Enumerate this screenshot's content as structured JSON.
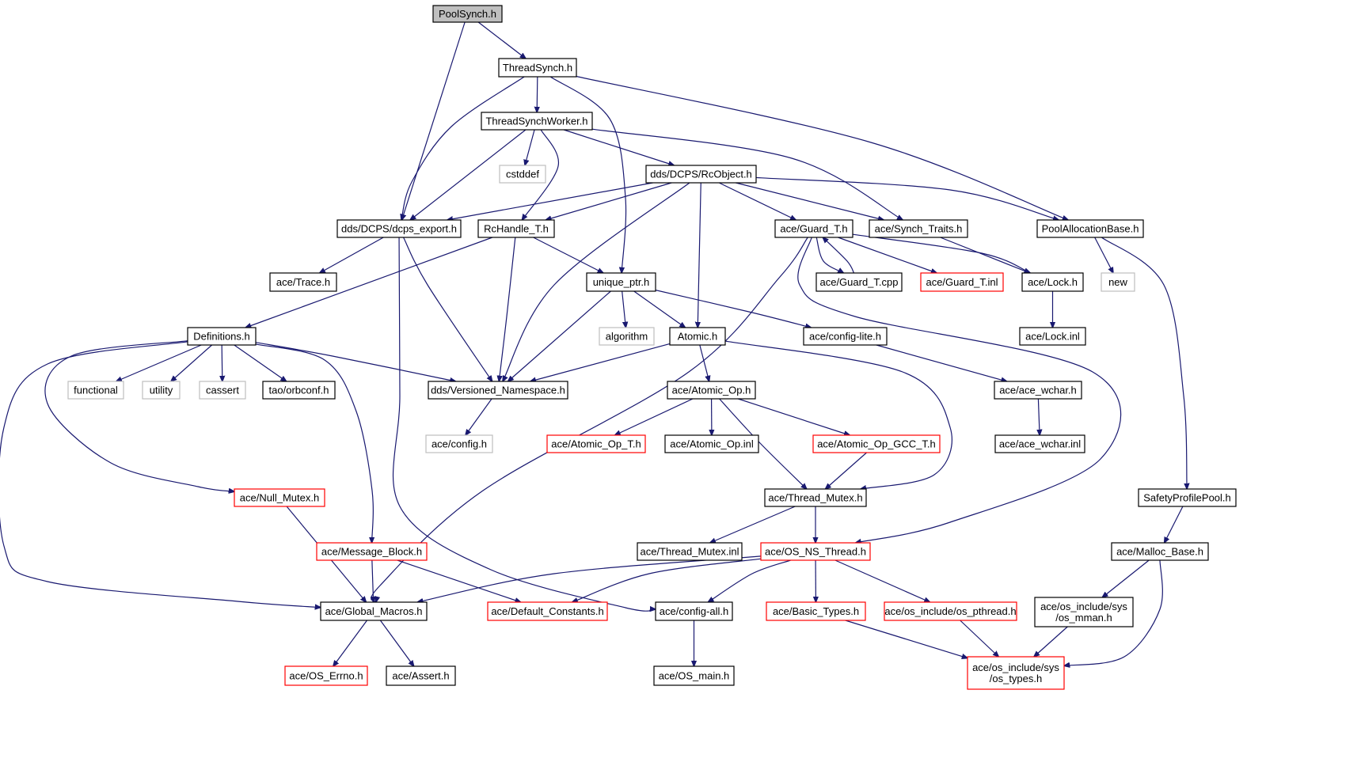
{
  "colors": {
    "edge": "#191970",
    "border_default": "#000000",
    "border_missing": "#bfbfbf",
    "border_truncated": "#ff0000",
    "root_fill": "#bfbfbf",
    "node_fill": "#ffffff",
    "text": "#000000"
  },
  "nodes": [
    {
      "id": "poolsynch",
      "label": "PoolSynch.h",
      "kind": "root"
    },
    {
      "id": "threadsynch",
      "label": "ThreadSynch.h",
      "kind": "default"
    },
    {
      "id": "threadsynchworker",
      "label": "ThreadSynchWorker.h",
      "kind": "default"
    },
    {
      "id": "cstddef",
      "label": "cstddef",
      "kind": "missing"
    },
    {
      "id": "rcobject",
      "label": "dds/DCPS/RcObject.h",
      "kind": "default"
    },
    {
      "id": "dcps_export",
      "label": "dds/DCPS/dcps_export.h",
      "kind": "default"
    },
    {
      "id": "rchandle",
      "label": "RcHandle_T.h",
      "kind": "default"
    },
    {
      "id": "guard_t_h",
      "label": "ace/Guard_T.h",
      "kind": "default"
    },
    {
      "id": "synch_traits",
      "label": "ace/Synch_Traits.h",
      "kind": "default"
    },
    {
      "id": "poolallocationbase",
      "label": "PoolAllocationBase.h",
      "kind": "default"
    },
    {
      "id": "trace",
      "label": "ace/Trace.h",
      "kind": "default"
    },
    {
      "id": "unique_ptr",
      "label": "unique_ptr.h",
      "kind": "default"
    },
    {
      "id": "guard_t_cpp",
      "label": "ace/Guard_T.cpp",
      "kind": "default"
    },
    {
      "id": "guard_t_inl",
      "label": "ace/Guard_T.inl",
      "kind": "truncated"
    },
    {
      "id": "lock_h",
      "label": "ace/Lock.h",
      "kind": "default"
    },
    {
      "id": "new",
      "label": "new",
      "kind": "missing"
    },
    {
      "id": "definitions",
      "label": "Definitions.h",
      "kind": "default"
    },
    {
      "id": "algorithm",
      "label": "algorithm",
      "kind": "missing"
    },
    {
      "id": "atomic",
      "label": "Atomic.h",
      "kind": "default"
    },
    {
      "id": "config_lite",
      "label": "ace/config-lite.h",
      "kind": "default"
    },
    {
      "id": "lock_inl",
      "label": "ace/Lock.inl",
      "kind": "default"
    },
    {
      "id": "functional",
      "label": "functional",
      "kind": "missing"
    },
    {
      "id": "utility",
      "label": "utility",
      "kind": "missing"
    },
    {
      "id": "cassert",
      "label": "cassert",
      "kind": "missing"
    },
    {
      "id": "orbconf",
      "label": "tao/orbconf.h",
      "kind": "default"
    },
    {
      "id": "versioned_ns",
      "label": "dds/Versioned_Namespace.h",
      "kind": "default"
    },
    {
      "id": "atomic_op_h",
      "label": "ace/Atomic_Op.h",
      "kind": "default"
    },
    {
      "id": "ace_wchar_h",
      "label": "ace/ace_wchar.h",
      "kind": "default"
    },
    {
      "id": "config_h",
      "label": "ace/config.h",
      "kind": "missing"
    },
    {
      "id": "atomic_op_t",
      "label": "ace/Atomic_Op_T.h",
      "kind": "truncated"
    },
    {
      "id": "atomic_op_inl",
      "label": "ace/Atomic_Op.inl",
      "kind": "default"
    },
    {
      "id": "atomic_op_gcc",
      "label": "ace/Atomic_Op_GCC_T.h",
      "kind": "truncated"
    },
    {
      "id": "ace_wchar_inl",
      "label": "ace/ace_wchar.inl",
      "kind": "default"
    },
    {
      "id": "null_mutex",
      "label": "ace/Null_Mutex.h",
      "kind": "truncated"
    },
    {
      "id": "thread_mutex_h",
      "label": "ace/Thread_Mutex.h",
      "kind": "default"
    },
    {
      "id": "safetyprofilepool",
      "label": "SafetyProfilePool.h",
      "kind": "default"
    },
    {
      "id": "message_block",
      "label": "ace/Message_Block.h",
      "kind": "truncated"
    },
    {
      "id": "thread_mutex_inl",
      "label": "ace/Thread_Mutex.inl",
      "kind": "default"
    },
    {
      "id": "os_ns_thread",
      "label": "ace/OS_NS_Thread.h",
      "kind": "truncated"
    },
    {
      "id": "malloc_base",
      "label": "ace/Malloc_Base.h",
      "kind": "default"
    },
    {
      "id": "global_macros",
      "label": "ace/Global_Macros.h",
      "kind": "default"
    },
    {
      "id": "default_constants",
      "label": "ace/Default_Constants.h",
      "kind": "truncated"
    },
    {
      "id": "config_all",
      "label": "ace/config-all.h",
      "kind": "default"
    },
    {
      "id": "basic_types",
      "label": "ace/Basic_Types.h",
      "kind": "truncated"
    },
    {
      "id": "os_pthread",
      "label": "ace/os_include/os_pthread.h",
      "kind": "truncated"
    },
    {
      "id": "os_mman",
      "label": "ace/os_include/sys\n/os_mman.h",
      "kind": "default"
    },
    {
      "id": "os_errno",
      "label": "ace/OS_Errno.h",
      "kind": "truncated"
    },
    {
      "id": "assert_h",
      "label": "ace/Assert.h",
      "kind": "default"
    },
    {
      "id": "os_main",
      "label": "ace/OS_main.h",
      "kind": "default"
    },
    {
      "id": "os_types",
      "label": "ace/os_include/sys\n/os_types.h",
      "kind": "truncated"
    }
  ],
  "edges": [
    [
      "poolsynch",
      "threadsynch"
    ],
    [
      "poolsynch",
      "dcps_export"
    ],
    [
      "threadsynch",
      "threadsynchworker"
    ],
    [
      "threadsynch",
      "dcps_export"
    ],
    [
      "threadsynch",
      "unique_ptr"
    ],
    [
      "threadsynch",
      "poolallocationbase"
    ],
    [
      "threadsynchworker",
      "cstddef"
    ],
    [
      "threadsynchworker",
      "rcobject"
    ],
    [
      "threadsynchworker",
      "dcps_export"
    ],
    [
      "threadsynchworker",
      "rchandle"
    ],
    [
      "threadsynchworker",
      "synch_traits"
    ],
    [
      "rcobject",
      "dcps_export"
    ],
    [
      "rcobject",
      "rchandle"
    ],
    [
      "rcobject",
      "guard_t_h"
    ],
    [
      "rcobject",
      "synch_traits"
    ],
    [
      "rcobject",
      "poolallocationbase"
    ],
    [
      "rcobject",
      "atomic"
    ],
    [
      "rcobject",
      "versioned_ns"
    ],
    [
      "dcps_export",
      "trace"
    ],
    [
      "dcps_export",
      "versioned_ns"
    ],
    [
      "dcps_export",
      "config_all"
    ],
    [
      "rchandle",
      "unique_ptr"
    ],
    [
      "rchandle",
      "definitions"
    ],
    [
      "rchandle",
      "versioned_ns"
    ],
    [
      "guard_t_h",
      "guard_t_cpp"
    ],
    [
      "guard_t_cpp",
      "guard_t_h"
    ],
    [
      "guard_t_h",
      "guard_t_inl"
    ],
    [
      "guard_t_h",
      "lock_h"
    ],
    [
      "guard_t_h",
      "global_macros"
    ],
    [
      "guard_t_h",
      "os_ns_thread"
    ],
    [
      "synch_traits",
      "lock_h"
    ],
    [
      "poolallocationbase",
      "new"
    ],
    [
      "poolallocationbase",
      "safetyprofilepool"
    ],
    [
      "lock_h",
      "lock_inl"
    ],
    [
      "unique_ptr",
      "algorithm"
    ],
    [
      "unique_ptr",
      "atomic"
    ],
    [
      "unique_ptr",
      "config_lite"
    ],
    [
      "unique_ptr",
      "versioned_ns"
    ],
    [
      "atomic",
      "versioned_ns"
    ],
    [
      "atomic",
      "atomic_op_h"
    ],
    [
      "atomic",
      "thread_mutex_h"
    ],
    [
      "config_lite",
      "ace_wchar_h"
    ],
    [
      "ace_wchar_h",
      "ace_wchar_inl"
    ],
    [
      "definitions",
      "functional"
    ],
    [
      "definitions",
      "utility"
    ],
    [
      "definitions",
      "cassert"
    ],
    [
      "definitions",
      "orbconf"
    ],
    [
      "definitions",
      "versioned_ns"
    ],
    [
      "definitions",
      "null_mutex"
    ],
    [
      "definitions",
      "message_block"
    ],
    [
      "definitions",
      "global_macros"
    ],
    [
      "versioned_ns",
      "config_h"
    ],
    [
      "atomic_op_h",
      "atomic_op_t"
    ],
    [
      "atomic_op_h",
      "atomic_op_inl"
    ],
    [
      "atomic_op_h",
      "atomic_op_gcc"
    ],
    [
      "atomic_op_h",
      "thread_mutex_h"
    ],
    [
      "atomic_op_gcc",
      "thread_mutex_h"
    ],
    [
      "thread_mutex_h",
      "thread_mutex_inl"
    ],
    [
      "thread_mutex_h",
      "os_ns_thread"
    ],
    [
      "null_mutex",
      "global_macros"
    ],
    [
      "message_block",
      "global_macros"
    ],
    [
      "message_block",
      "default_constants"
    ],
    [
      "os_ns_thread",
      "global_macros"
    ],
    [
      "os_ns_thread",
      "default_constants"
    ],
    [
      "os_ns_thread",
      "config_all"
    ],
    [
      "os_ns_thread",
      "basic_types"
    ],
    [
      "os_ns_thread",
      "os_pthread"
    ],
    [
      "safetyprofilepool",
      "malloc_base"
    ],
    [
      "malloc_base",
      "os_mman"
    ],
    [
      "malloc_base",
      "os_types"
    ],
    [
      "os_mman",
      "os_types"
    ],
    [
      "global_macros",
      "os_errno"
    ],
    [
      "global_macros",
      "assert_h"
    ],
    [
      "config_all",
      "os_main"
    ],
    [
      "basic_types",
      "os_types"
    ],
    [
      "os_pthread",
      "os_types"
    ]
  ]
}
